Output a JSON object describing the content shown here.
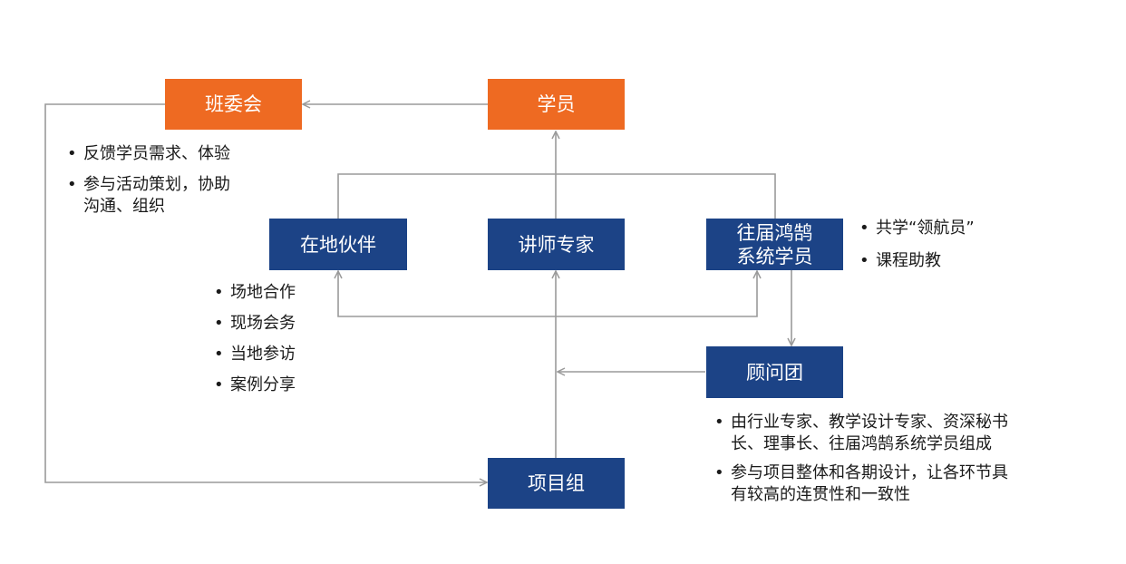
{
  "diagram": {
    "nodes": {
      "class_committee": {
        "label": "班委会",
        "color": "#EE6A22"
      },
      "students": {
        "label": "学员",
        "color": "#EE6A22"
      },
      "local_partner": {
        "label": "在地伙伴",
        "color": "#1C4386"
      },
      "lecturers": {
        "label": "讲师专家",
        "color": "#1C4386"
      },
      "alumni": {
        "label": "往届鸿鹄\n系统学员",
        "color": "#1C4386"
      },
      "advisory": {
        "label": "顾问团",
        "color": "#1C4386"
      },
      "project_team": {
        "label": "项目组",
        "color": "#1C4386"
      }
    },
    "notes": {
      "class_committee": [
        "反馈学员需求、体验",
        "参与活动策划，协助\n沟通、组织"
      ],
      "local_partner": [
        "场地合作",
        "现场会务",
        "当地参访",
        "案例分享"
      ],
      "alumni": [
        "共学“领航员”",
        "课程助教"
      ],
      "advisory": [
        "由行业专家、教学设计专家、资深秘书\n长、理事长、往届鸿鹄系统学员组成",
        "参与项目整体和各期设计，让各环节具\n有较高的连贯性和一致性"
      ]
    },
    "connector_color": "#9A9A9A"
  }
}
